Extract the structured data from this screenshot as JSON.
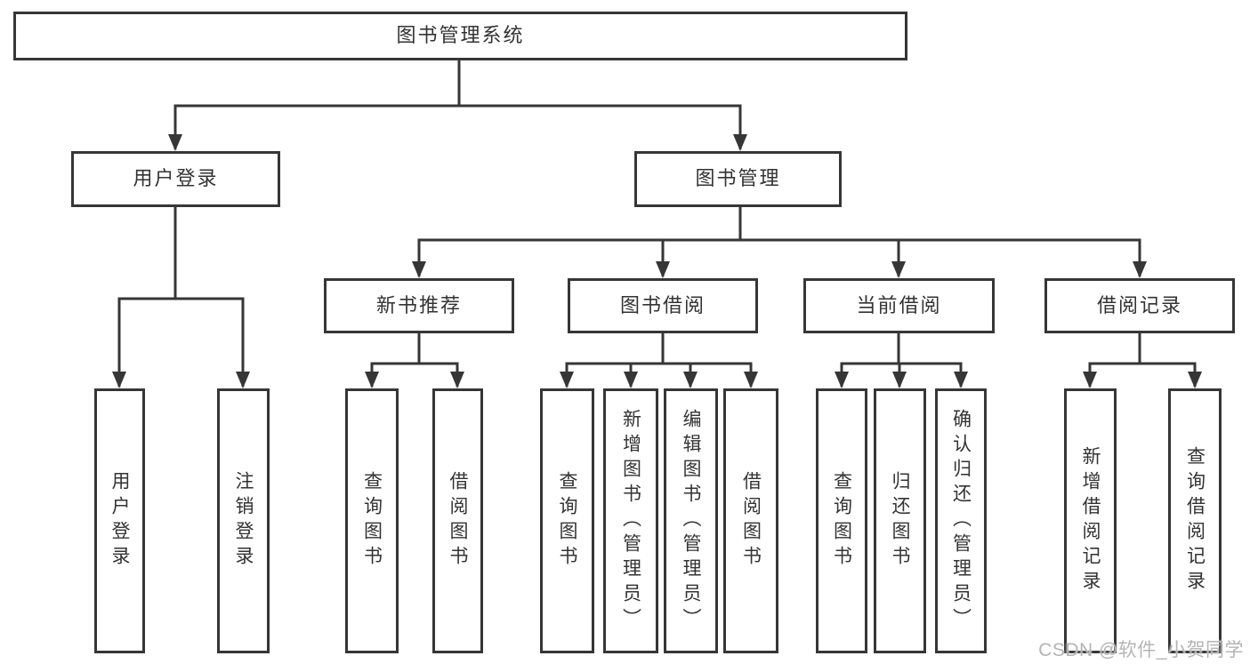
{
  "diagram_type": "hierarchy-tree",
  "colors": {
    "line": "#363636",
    "box_border": "#363636",
    "text": "#333333",
    "background": "#ffffff",
    "watermark": "#b4b4b4"
  },
  "hierarchy": {
    "label": "图书管理系统",
    "children": [
      {
        "label": "用户登录",
        "children": [
          {
            "label": "用户登录"
          },
          {
            "label": "注销登录"
          }
        ]
      },
      {
        "label": "图书管理",
        "children": [
          {
            "label": "新书推荐",
            "children": [
              {
                "label": "查询图书"
              },
              {
                "label": "借阅图书"
              }
            ]
          },
          {
            "label": "图书借阅",
            "children": [
              {
                "label": "查询图书"
              },
              {
                "label": "新增图书（管理员）"
              },
              {
                "label": "编辑图书（管理员）"
              },
              {
                "label": "借阅图书"
              }
            ]
          },
          {
            "label": "当前借阅",
            "children": [
              {
                "label": "查询图书"
              },
              {
                "label": "归还图书"
              },
              {
                "label": "确认归还（管理员）"
              }
            ]
          },
          {
            "label": "借阅记录",
            "children": [
              {
                "label": "新增借阅记录"
              },
              {
                "label": "查询借阅记录"
              }
            ]
          }
        ]
      }
    ]
  },
  "watermark": "CSDN @软件_小贺同学"
}
